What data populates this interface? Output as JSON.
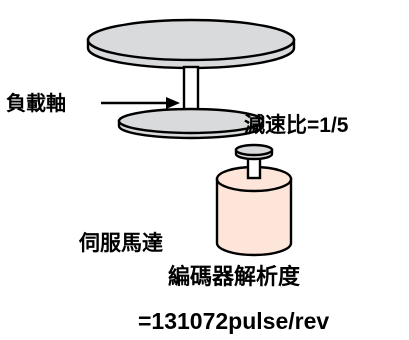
{
  "labels": {
    "load_shaft": "負載軸",
    "reduction_ratio_text": "減速比",
    "reduction_ratio_value": "=1/5",
    "servo_motor": "伺服馬達",
    "encoder_resolution": "編碼器解析度",
    "encoder_value": "=131072pulse/rev"
  },
  "colors": {
    "table_fill": "#d9dadc",
    "motor_fill": "#fde5d9",
    "gearbox_fill": "#d9dadc",
    "outline": "#000000"
  }
}
